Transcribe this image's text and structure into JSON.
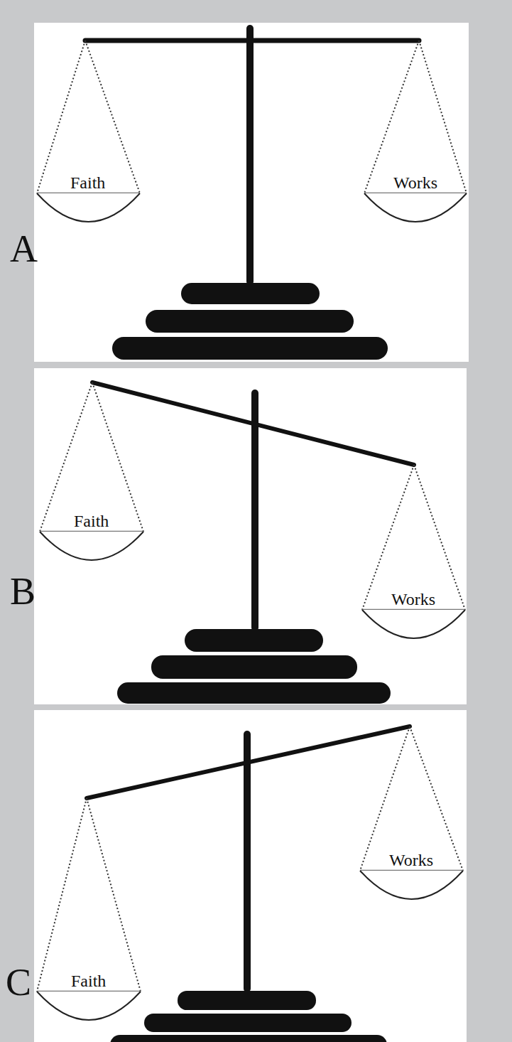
{
  "diagram": {
    "labels": [
      "Faith",
      "Works",
      "A",
      "Faith",
      "Works",
      "B",
      "Faith",
      "Works",
      "C"
    ]
  }
}
